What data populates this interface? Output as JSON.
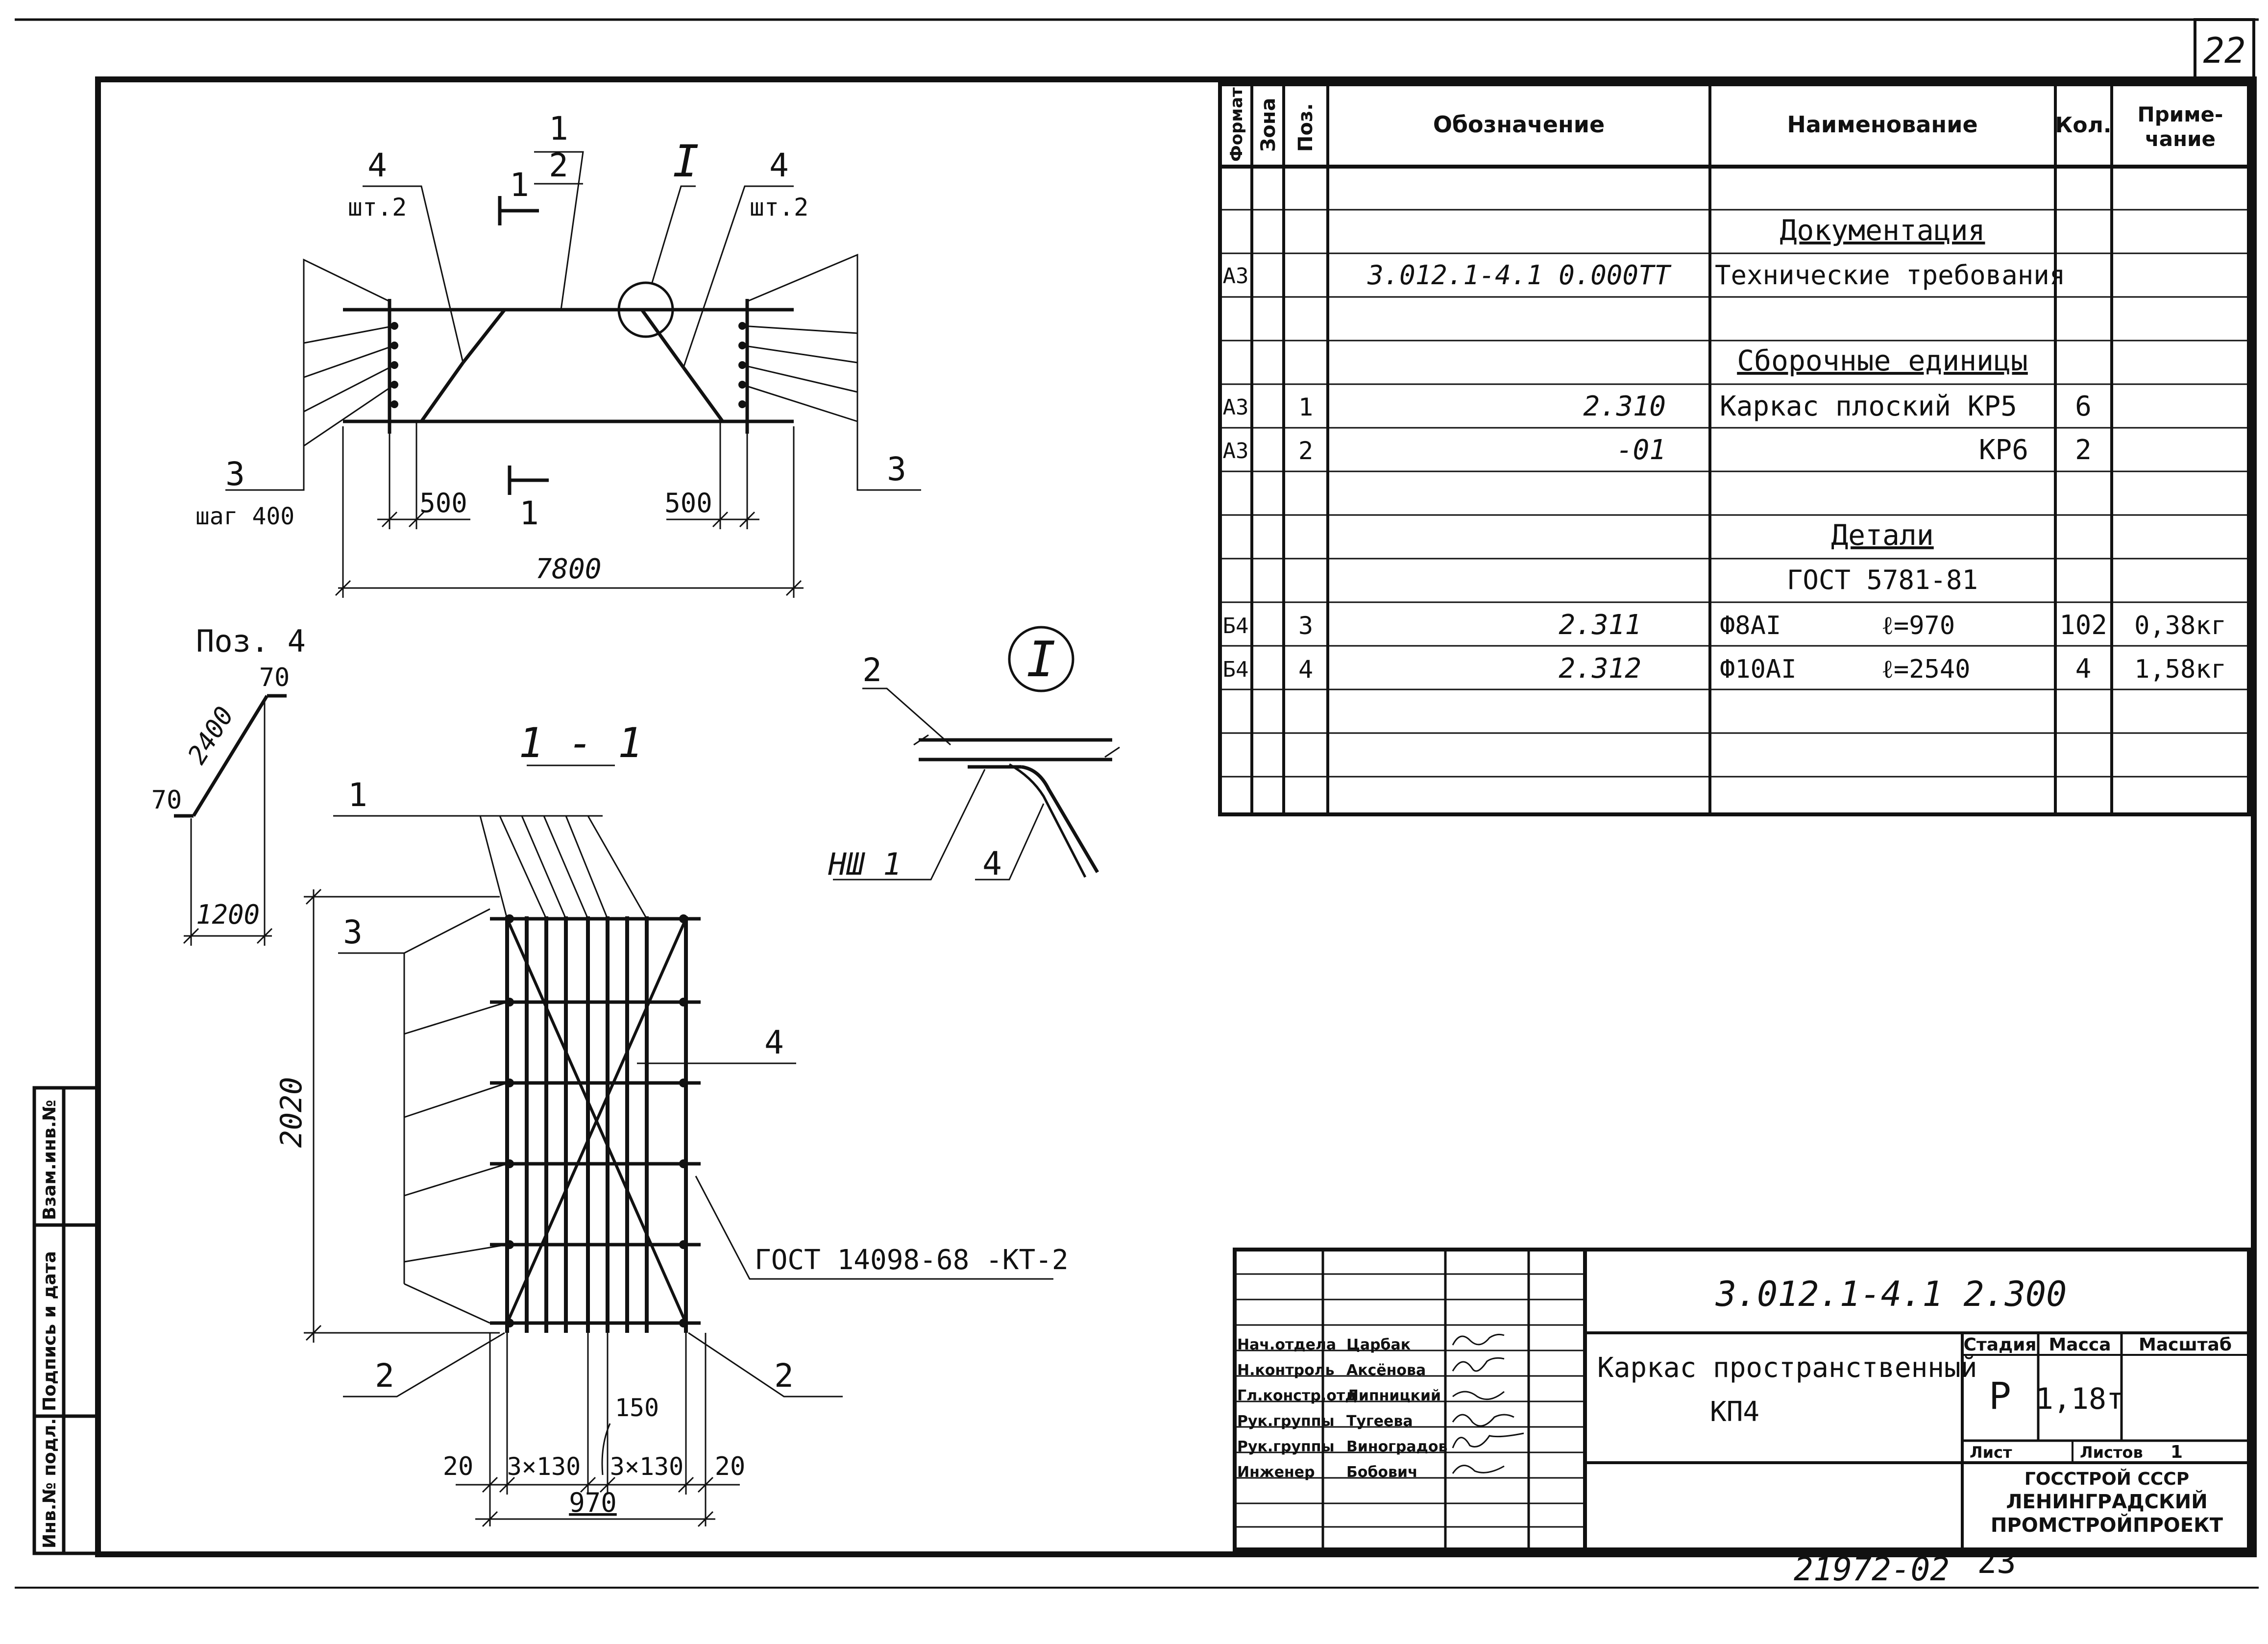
{
  "sheet": {
    "number": "22",
    "archive_number": "21972-02",
    "page_number": "23"
  },
  "side_stamp": {
    "inv_podl": "Инв.№ подл.",
    "podpis_data": "Подпись и дата",
    "vzam_inv": "Взам.инв.№"
  },
  "spec_table": {
    "headers": {
      "format": "Формат",
      "zone": "Зона",
      "pos": "Поз.",
      "designation": "Обозначение",
      "name": "Наименование",
      "qty": "Кол.",
      "note_line1": "Приме-",
      "note_line2": "чание"
    },
    "rows": [
      {
        "format": "",
        "pos": "",
        "designation": "",
        "name": "",
        "qty": "",
        "note": ""
      },
      {
        "format": "",
        "pos": "",
        "designation": "",
        "name": "Документация",
        "qty": "",
        "note": ""
      },
      {
        "format": "А3",
        "pos": "",
        "designation": "3.012.1-4.1  0.000ТТ",
        "name": "Технические требования",
        "qty": "",
        "note": ""
      },
      {
        "format": "",
        "pos": "",
        "designation": "",
        "name": "",
        "qty": "",
        "note": ""
      },
      {
        "format": "",
        "pos": "",
        "designation": "",
        "name": "Сборочные единицы",
        "qty": "",
        "note": ""
      },
      {
        "format": "А3",
        "pos": "1",
        "designation": "2.310",
        "name": "Каркас плоский КР5",
        "qty": "6",
        "note": ""
      },
      {
        "format": "А3",
        "pos": "2",
        "designation": "-01",
        "name": "КР6",
        "qty": "2",
        "note": ""
      },
      {
        "format": "",
        "pos": "",
        "designation": "",
        "name": "",
        "qty": "",
        "note": ""
      },
      {
        "format": "",
        "pos": "",
        "designation": "",
        "name": "Детали",
        "qty": "",
        "note": ""
      },
      {
        "format": "",
        "pos": "",
        "designation": "",
        "name": "ГОСТ 5781-81",
        "qty": "",
        "note": ""
      },
      {
        "format": "Б4",
        "pos": "3",
        "designation": "2.311",
        "name": "Ф8АI",
        "name_len": "ℓ=970",
        "qty": "102",
        "note": "0,38кг"
      },
      {
        "format": "Б4",
        "pos": "4",
        "designation": "2.312",
        "name": "Ф10АI",
        "name_len": "ℓ=2540",
        "qty": "4",
        "note": "1,58кг"
      },
      {
        "format": "",
        "pos": "",
        "designation": "",
        "name": "",
        "qty": "",
        "note": ""
      },
      {
        "format": "",
        "pos": "",
        "designation": "",
        "name": "",
        "qty": "",
        "note": ""
      },
      {
        "format": "",
        "pos": "",
        "designation": "",
        "name": "",
        "qty": "",
        "note": ""
      }
    ]
  },
  "title_block": {
    "doc_code": "3.012.1-4.1  2.300",
    "title_line1": "Каркас пространственный",
    "title_line2": "КП4",
    "stage_label": "Стадия",
    "mass_label": "Масса",
    "scale_label": "Масштаб",
    "stage": "Р",
    "mass": "1,18т",
    "sheet_label": "Лист",
    "sheets_label": "Листов",
    "sheets": "1",
    "org_line1": "ГОССТРОЙ СССР",
    "org_line2": "ЛЕНИНГРАДСКИЙ",
    "org_line3": "ПРОМСТРОЙПРОЕКТ",
    "signers": [
      {
        "role": "Нач.отдела",
        "name": "Царбак"
      },
      {
        "role": "Н.контроль",
        "name": "Аксёнова"
      },
      {
        "role": "Гл.констр.отд",
        "name": "Липницкий"
      },
      {
        "role": "Рук.группы",
        "name": "Тугеева"
      },
      {
        "role": "Рук.группы",
        "name": "Виноградов"
      },
      {
        "role": "Инженер",
        "name": "Бобович"
      }
    ]
  },
  "plan_view": {
    "label_pos4": "4",
    "label_pos4_qty": "шт.2",
    "label_pos4_right": "4",
    "label_pos4_right_qty": "шт.2",
    "section_num": "1",
    "section_sheet": "2",
    "section_mark_top": "1",
    "section_mark_bottom": "1",
    "detail_mark": "I",
    "label_pos3_left": "3",
    "label_step": "шаг 400",
    "label_pos3_right": "3",
    "dim_left": "500",
    "dim_right": "500",
    "dim_total": "7800"
  },
  "bar_detail": {
    "title": "Поз. 4",
    "dim_70_top": "70",
    "dim_2400": "2400",
    "dim_70_left": "70",
    "dim_1200": "1200"
  },
  "detail_I": {
    "mark": "I",
    "label_2": "2",
    "label_weld": "НШ 1",
    "label_4": "4"
  },
  "section_view": {
    "title": "1 - 1",
    "label_1": "1",
    "label_3": "3",
    "label_4": "4",
    "label_2_left": "2",
    "label_2_right": "2",
    "gost_weld": "ГОСТ 14098-68 -КТ-2",
    "dim_height": "2020",
    "dim_20_left": "20",
    "dim_3x130_left": "3×130",
    "dim_150": "150",
    "dim_3x130_right": "3×130",
    "dim_20_right": "20",
    "dim_970": "970"
  }
}
